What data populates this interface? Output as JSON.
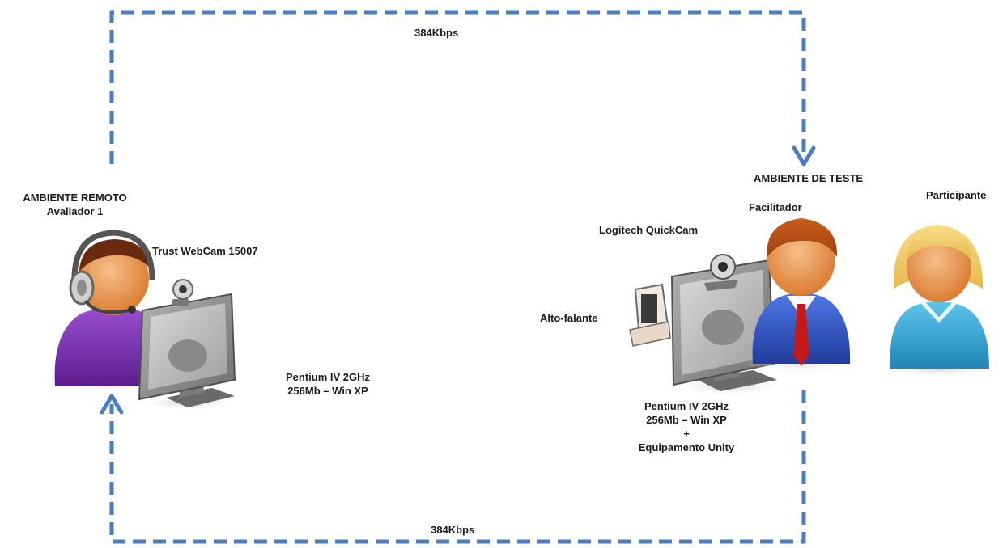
{
  "link_top": {
    "bandwidth": "384Kbps"
  },
  "link_bottom": {
    "bandwidth": "384Kbps"
  },
  "remote": {
    "environment_title": "AMBIENTE REMOTO",
    "person_label": "Avaliador 1",
    "webcam_label": "Trust WebCam 15007",
    "computer_spec_line1": "Pentium IV 2GHz",
    "computer_spec_line2": "256Mb – Win XP"
  },
  "test": {
    "environment_title": "AMBIENTE DE TESTE",
    "facilitator_label": "Facilitador",
    "participant_label": "Participante",
    "webcam_label": "Logitech QuickCam",
    "speaker_label": "Alto-falante",
    "computer_spec_line1": "Pentium IV 2GHz",
    "computer_spec_line2": "256Mb – Win XP",
    "computer_spec_line3": "+",
    "computer_spec_line4": "Equipamento Unity"
  },
  "colors": {
    "connector": "#4a7ec0",
    "headset_person_shirt": "#7a2fb0",
    "facilitator_suit": "#2f54c4",
    "participant_shirt": "#35a8d8",
    "skin": "#e8944a",
    "participant_hair": "#f3cf6e",
    "monitor": "#8d8d8d"
  },
  "icons": [
    "headset-person-icon",
    "webcam-icon",
    "monitor-icon",
    "speaker-icon",
    "facilitator-person-icon",
    "participant-person-icon"
  ]
}
